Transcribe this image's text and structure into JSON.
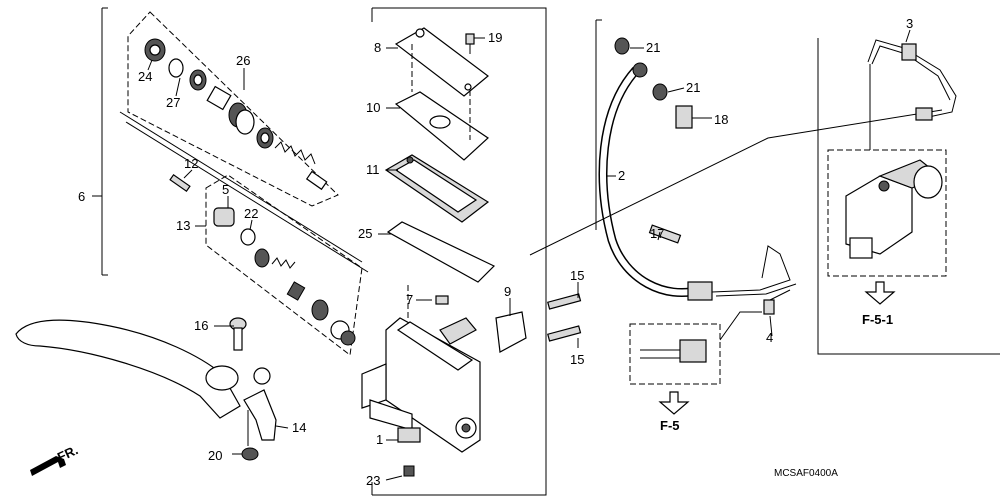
{
  "labels": {
    "l1": "1",
    "l2": "2",
    "l3": "3",
    "l4": "4",
    "l5": "5",
    "l6": "6",
    "l7": "7",
    "l8": "8",
    "l9": "9",
    "l10": "10",
    "l11": "11",
    "l12": "12",
    "l13": "13",
    "l14": "14",
    "l15a": "15",
    "l15b": "15",
    "l16": "16",
    "l17": "17",
    "l18": "18",
    "l19": "19",
    "l20": "20",
    "l21a": "21",
    "l21b": "21",
    "l22": "22",
    "l23": "23",
    "l24": "24",
    "l25": "25",
    "l26": "26",
    "l27": "27"
  },
  "refs": {
    "f51": "F-5-1",
    "f5": "F-5"
  },
  "direction": "FR.",
  "diagram_code": "MCSAF0400A"
}
